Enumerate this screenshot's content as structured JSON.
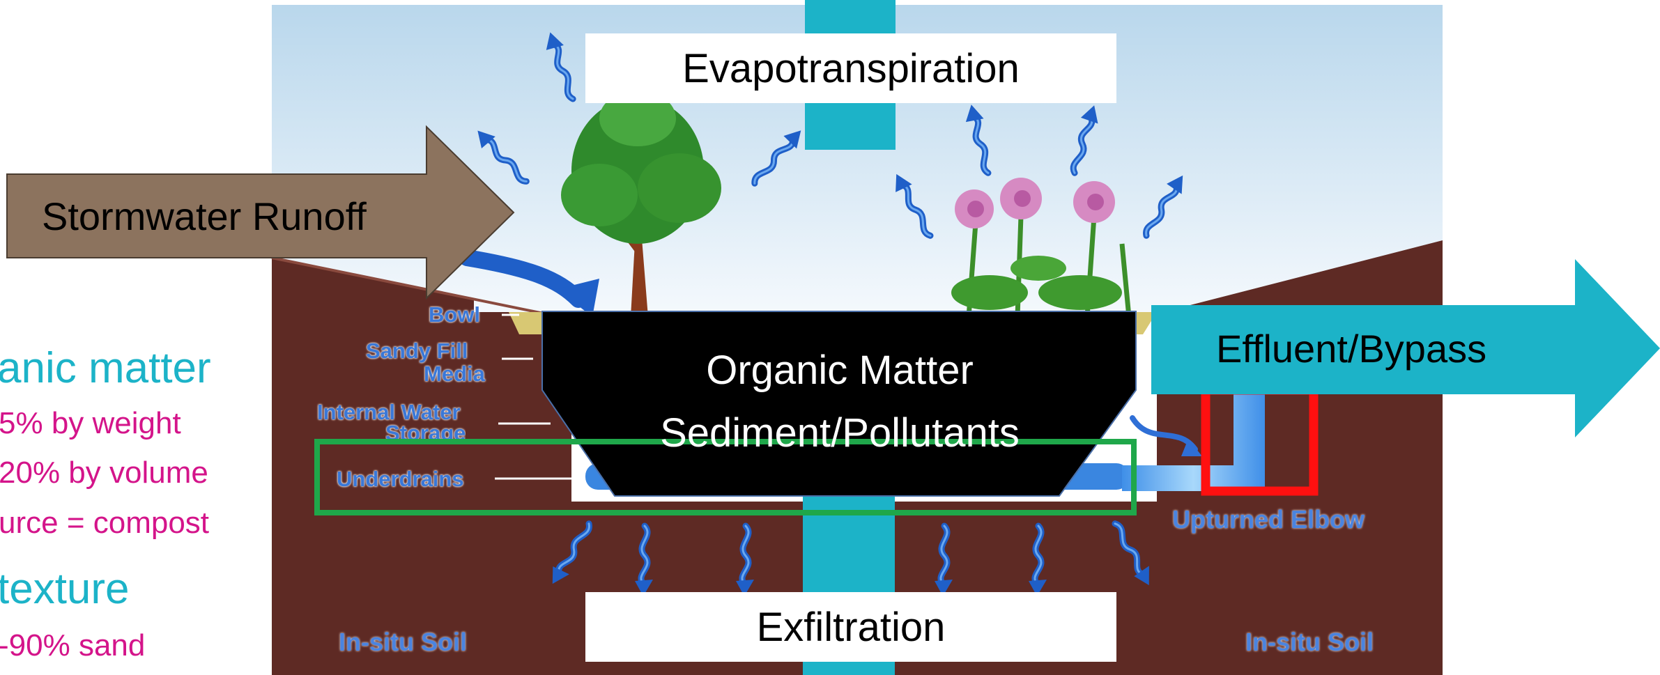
{
  "left_panel": {
    "heading_organic": "anic matter",
    "organic_items": [
      "5% by weight",
      "20% by volume",
      "urce = compost"
    ],
    "heading_texture": "texture",
    "texture_items": [
      "-90% sand"
    ]
  },
  "flows": {
    "top": "Evapotranspiration",
    "bottom": "Exfiltration",
    "inflow": "Stormwater Runoff",
    "outflow": "Effluent/Bypass"
  },
  "center": {
    "line1": "Organic Matter",
    "line2": "Sediment/Pollutants"
  },
  "diagram_labels": {
    "bowl": "Bowl",
    "sandy_fill_line1": "Sandy Fill",
    "sandy_fill_line2": "Media",
    "internal_water_line1": "Internal Water",
    "internal_water_line2": "Storage",
    "underdrains": "Underdrains",
    "upturned_elbow": "Upturned Elbow",
    "in_situ_left": "In-situ Soil",
    "in_situ_right": "In-situ Soil"
  },
  "colors": {
    "accent_cyan": "#1cb3c8",
    "magenta_text": "#d4148a",
    "soil_brown": "#5e2a24",
    "runoff_arrow": "#8c735e",
    "highlight_green": "#1fa74a",
    "highlight_red": "#ff1010",
    "water_blue": "#2f6fd6"
  },
  "icons": [
    "evaporation-squiggle-arrow-icon",
    "tree-icon",
    "flower-plant-icon",
    "infiltration-squiggle-arrow-icon"
  ]
}
